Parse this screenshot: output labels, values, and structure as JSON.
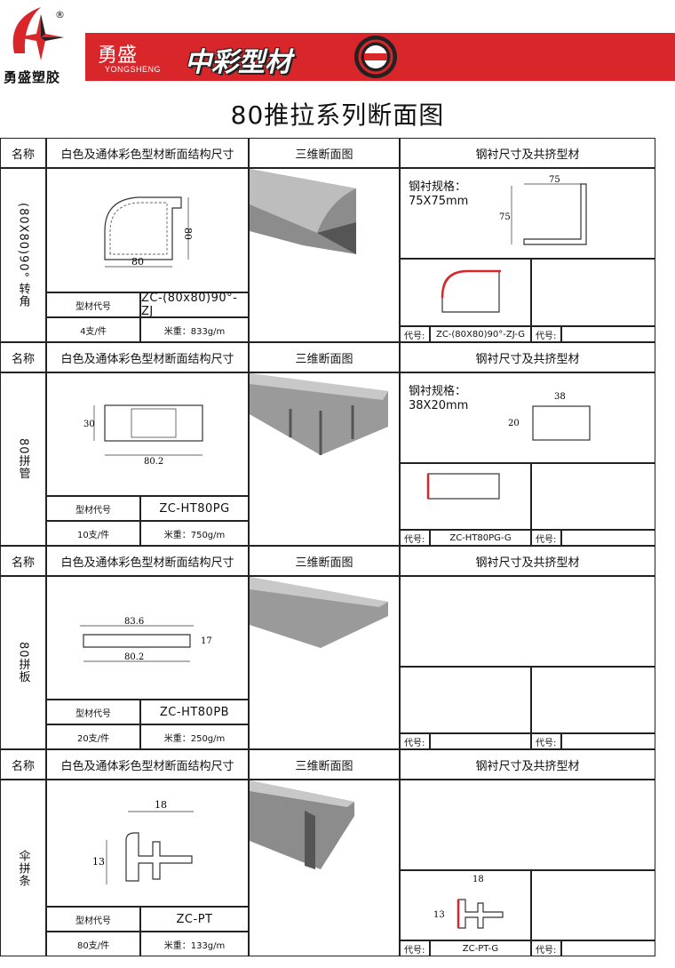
{
  "header": {
    "brand_cn": "勇盛塑胶",
    "brand_short": "勇盛",
    "brand_en": "YONGSHENG",
    "banner_title": "中彩型材",
    "registered_mark": "®",
    "page_title": "80推拉系列断面图",
    "accent_color": "#d8262a"
  },
  "table_headers": {
    "name": "名称",
    "section": "白色及通体彩色型材断面结构尺寸",
    "view3d": "三维断面图",
    "steel": "钢衬尺寸及共挤型材"
  },
  "labels": {
    "profile_code": "型材代号",
    "weight_prefix": "米重：",
    "code_prefix": "代号:"
  },
  "rows": [
    {
      "name": "80X80)90°转角",
      "name_display": "(80X80)90°\n转角",
      "code": "ZC-(80x80)90°-ZJ",
      "pieces": "4支/件",
      "weight": "米重：833g/m",
      "steel_spec_title": "钢衬规格：",
      "steel_spec": "75X75mm",
      "coex_code": "ZC-(80X80)90°-ZJ-G",
      "dims": {
        "w": "80",
        "h": "80",
        "steel_w": "75",
        "steel_h": "75"
      }
    },
    {
      "name": "80拼管",
      "code": "ZC-HT80PG",
      "pieces": "10支/件",
      "weight": "米重：750g/m",
      "steel_spec_title": "钢衬规格：",
      "steel_spec": "38X20mm",
      "coex_code": "ZC-HT80PG-G",
      "dims": {
        "w": "80.2",
        "h": "30",
        "steel_w": "38",
        "steel_h": "20"
      }
    },
    {
      "name": "80拼板",
      "code": "ZC-HT80PB",
      "pieces": "20支/件",
      "weight": "米重：250g/m",
      "coex_code": "",
      "dims": {
        "w_top": "83.6",
        "w": "80.2",
        "h": "17"
      }
    },
    {
      "name": "伞拼条",
      "code": "ZC-PT",
      "pieces": "80支/件",
      "weight": "米重：133g/m",
      "coex_code": "ZC-PT-G",
      "dims": {
        "w": "18",
        "h": "13"
      }
    }
  ]
}
